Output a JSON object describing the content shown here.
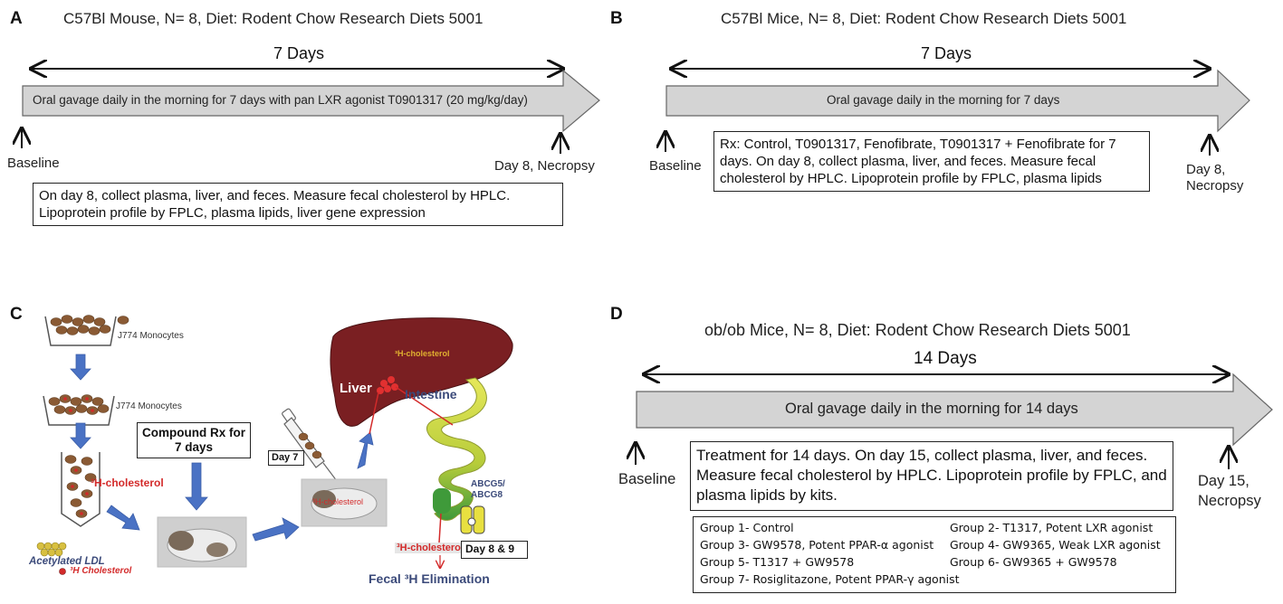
{
  "panelA": {
    "letter": "A",
    "title": "C57Bl Mouse, N= 8, Diet: Rodent Chow Research Diets 5001",
    "days": "7 Days",
    "arrow_text": "Oral gavage daily in the morning for 7 days with pan LXR agonist T0901317 (20 mg/kg/day)",
    "start_label": "Baseline",
    "end_label": "Day 8, Necropsy",
    "box_line1": "On day 8, collect plasma, liver, and feces. Measure fecal cholesterol by HPLC.",
    "box_line2": "Lipoprotein profile by FPLC, plasma lipids, liver gene expression"
  },
  "panelB": {
    "letter": "B",
    "title": "C57Bl  Mice, N= 8, Diet: Rodent Chow Research Diets 5001",
    "days": "7 Days",
    "arrow_text": "Oral gavage daily in the morning for 7 days",
    "start_label": "Baseline",
    "end_label_1": "Day 8,",
    "end_label_2": "Necropsy",
    "box_text": "Rx: Control, T0901317, Fenofibrate, T0901317 + Fenofibrate for 7 days. On day 8, collect plasma, liver, and feces. Measure fecal cholesterol by HPLC. Lipoprotein profile by FPLC, plasma lipids"
  },
  "panelC": {
    "letter": "C",
    "monocytes_1": "J774 Monocytes",
    "monocytes_2": "J774 Monocytes",
    "h_cholesterol_tube": "³H-cholesterol",
    "compound_box": "Compound Rx for 7 days",
    "day7": "Day 7",
    "mouse_label": "³H-cholesterol",
    "liver_cholesterol": "³H-cholesterol",
    "liver": "Liver",
    "intestine": "Intestine",
    "abc": "ABCG5/ ABCG8",
    "fecal_cholesterol": "³H-cholesterol",
    "day89": "Day 8 & 9",
    "fecal_elimination": "Fecal ³H Elimination",
    "acetylated_ldl": "Acetylated LDL",
    "h_cholesterol_legend": "³H Cholesterol",
    "colors": {
      "arrow": "#4a72c4",
      "liver": "#7a1f22",
      "intestine": "#c9d43a",
      "red": "#d32a2a"
    }
  },
  "panelD": {
    "letter": "D",
    "title": "ob/ob Mice, N= 8, Diet: Rodent Chow Research Diets 5001",
    "days": "14 Days",
    "arrow_text": "Oral gavage daily in the morning for 14 days",
    "start_label": "Baseline",
    "end_label_1": "Day 15,",
    "end_label_2": "Necropsy",
    "box_text": "Treatment for 14 days. On day 15, collect plasma, liver, and feces. Measure fecal cholesterol by HPLC. Lipoprotein profile by FPLC, and plasma lipids by kits.",
    "groups": [
      "Group 1- Control",
      "Group 2- T1317, Potent LXR agonist",
      "Group 3-  GW9578, Potent PPAR-α agonist",
      "Group 4- GW9365, Weak LXR agonist",
      "Group 5- T1317 +  GW9578",
      "Group 6- GW9365 + GW9578",
      "Group 7- Rosiglitazone, Potent PPAR-γ agonist"
    ]
  }
}
